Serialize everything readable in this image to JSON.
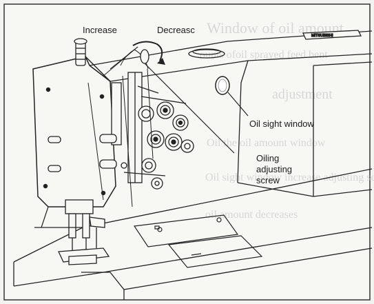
{
  "labels": {
    "increase": "Increase",
    "decrease": "Decreasc",
    "oil_sight_window": "Oil sight window",
    "oiling_line1": "Oiling",
    "oiling_line2": "adjusting",
    "oiling_line3": "screw"
  },
  "bleed_through": {
    "line1": "Window of oil amount",
    "line2": "ounts   ofoil sprayed  feed   bent",
    "line3": "adjustment",
    "line4": "Oil   the oil amount   window",
    "line5": "Oil sight window increase   adjusting screw",
    "line6": "oil amount decreases"
  },
  "brand_text": "MITSUBISHI"
}
